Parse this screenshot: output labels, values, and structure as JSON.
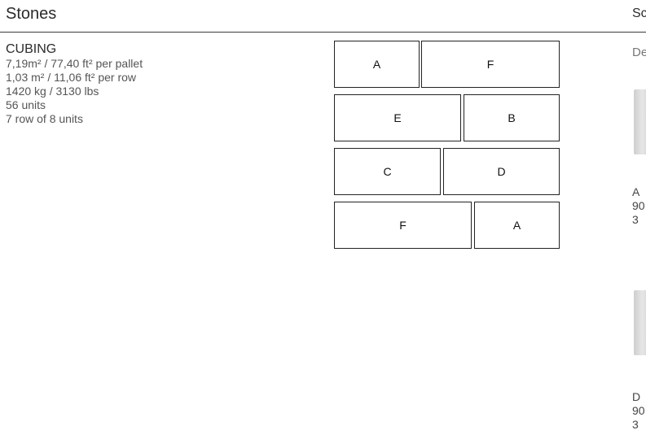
{
  "header": {
    "title": "Stones",
    "side_title": "Sc"
  },
  "cubing": {
    "heading": "CUBING",
    "lines": [
      "7,19m² / 77,40 ft²  per pallet",
      "1,03 m² / 11,06 ft² per row",
      "1420 kg / 3130 lbs",
      "56 units",
      "7 row of 8 units"
    ]
  },
  "pallet_grid": {
    "rows": [
      [
        {
          "label": "A"
        },
        {
          "label": "F"
        }
      ],
      [
        {
          "label": "E"
        },
        {
          "label": "B"
        }
      ],
      [
        {
          "label": "C"
        },
        {
          "label": "D"
        }
      ],
      [
        {
          "label": "F"
        },
        {
          "label": "A"
        }
      ]
    ]
  },
  "side_panel": {
    "subtitle": "De",
    "items": [
      {
        "letter": "A",
        "line1": "90",
        "line2": "3"
      },
      {
        "letter": "D",
        "line1": "90",
        "line2": "3"
      }
    ]
  }
}
